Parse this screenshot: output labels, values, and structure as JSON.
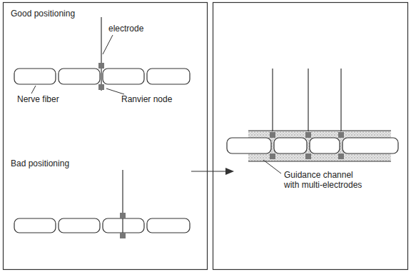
{
  "diagram": {
    "labels": [
      "Good positioning",
      "electrode",
      "Nerve fiber",
      "Ranvier node",
      "Bad positioning",
      "Guidance channel with multi-electrodes"
    ]
  }
}
